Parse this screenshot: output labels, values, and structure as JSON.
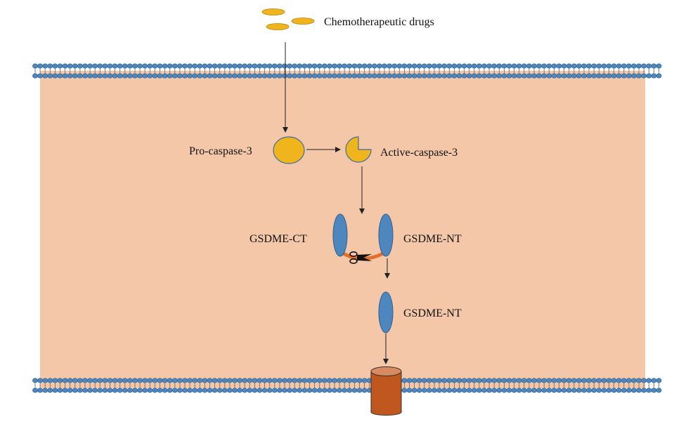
{
  "labels": {
    "chemotherapeutic_drugs": "Chemotherapeutic drugs",
    "pro_caspase_3": "Pro-caspase-3",
    "active_caspase_3": "Active-caspase-3",
    "gsdme_ct": "GSDME-CT",
    "gsdme_nt_cleaved": "GSDME-NT",
    "gsdme_nt_free": "GSDME-NT"
  },
  "colors": {
    "cytoplasm": "#f4c7a8",
    "lipid_head": "#4e86be",
    "lipid_head_stroke": "#2f5f8f",
    "drug": "#f0b41c",
    "caspase": "#f0b41c",
    "caspase_stroke": "#3d6f9e",
    "gsdme": "#4e86be",
    "linker": "#e0702a",
    "pore": "#c0571f",
    "pore_top": "#d98a5e",
    "arrow": "#222222"
  },
  "icons": {
    "scissors": "scissors-icon",
    "pore": "membrane-pore-icon"
  }
}
